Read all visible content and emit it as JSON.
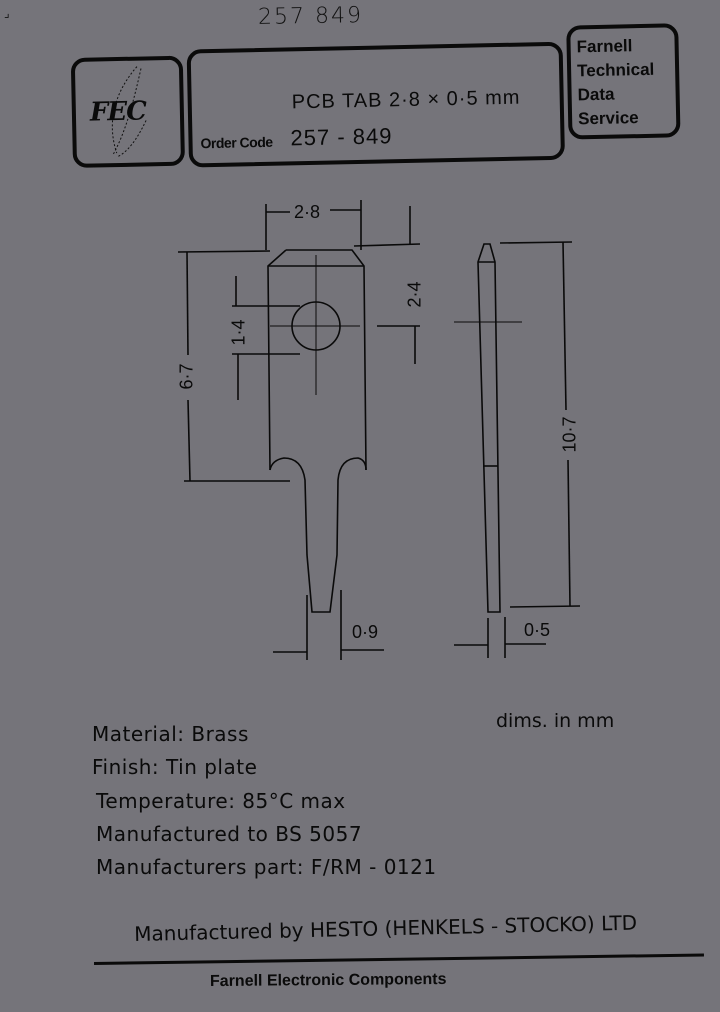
{
  "handwritten_code": "257 849",
  "corner_mark": "⌟",
  "header": {
    "logo_text": "FEC",
    "title": "PCB TAB  2·8 × 0·5 mm",
    "order_code_label": "Order Code",
    "order_code_value": "257 - 849",
    "service_lines": [
      "Farnell",
      "Technical",
      "Data",
      "Service"
    ]
  },
  "drawing": {
    "dimensions": {
      "width_top": "2·8",
      "hole_offset": "2·4",
      "hole_dia_span": "1·4",
      "body_length": "6·7",
      "total_length": "10·7",
      "pin_width": "0·9",
      "thickness": "0·5"
    }
  },
  "specs": {
    "material": "Material: Brass",
    "finish": "Finish: Tin plate",
    "temperature": "Temperature: 85°C max",
    "standard": "Manufactured to BS 5057",
    "manufacturer_part": "Manufacturers part:    F/RM - 0121",
    "units": "dims. in mm"
  },
  "manufacturer": "Manufactured  by HESTO (HENKELS - STOCKO) LTD",
  "footer": "Farnell Electronic Components",
  "colors": {
    "background": "#75747a",
    "ink": "#0a0a0a"
  }
}
